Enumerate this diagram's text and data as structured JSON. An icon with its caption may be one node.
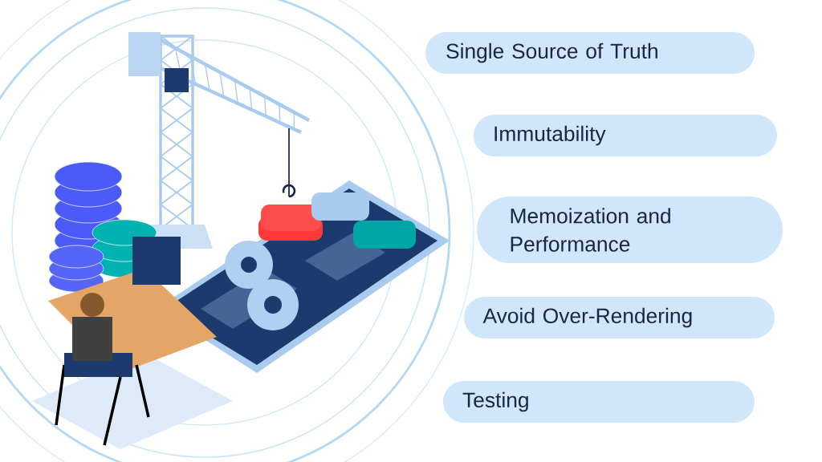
{
  "diagram": {
    "nodes": [
      {
        "text": [
          "Single Source of Truth"
        ]
      },
      {
        "text": [
          "Immutability"
        ]
      },
      {
        "text": [
          "Memoization and Performance"
        ]
      },
      {
        "text": [
          "Avoid Over-Rendering"
        ]
      },
      {
        "text": [
          "Testing"
        ]
      }
    ]
  }
}
